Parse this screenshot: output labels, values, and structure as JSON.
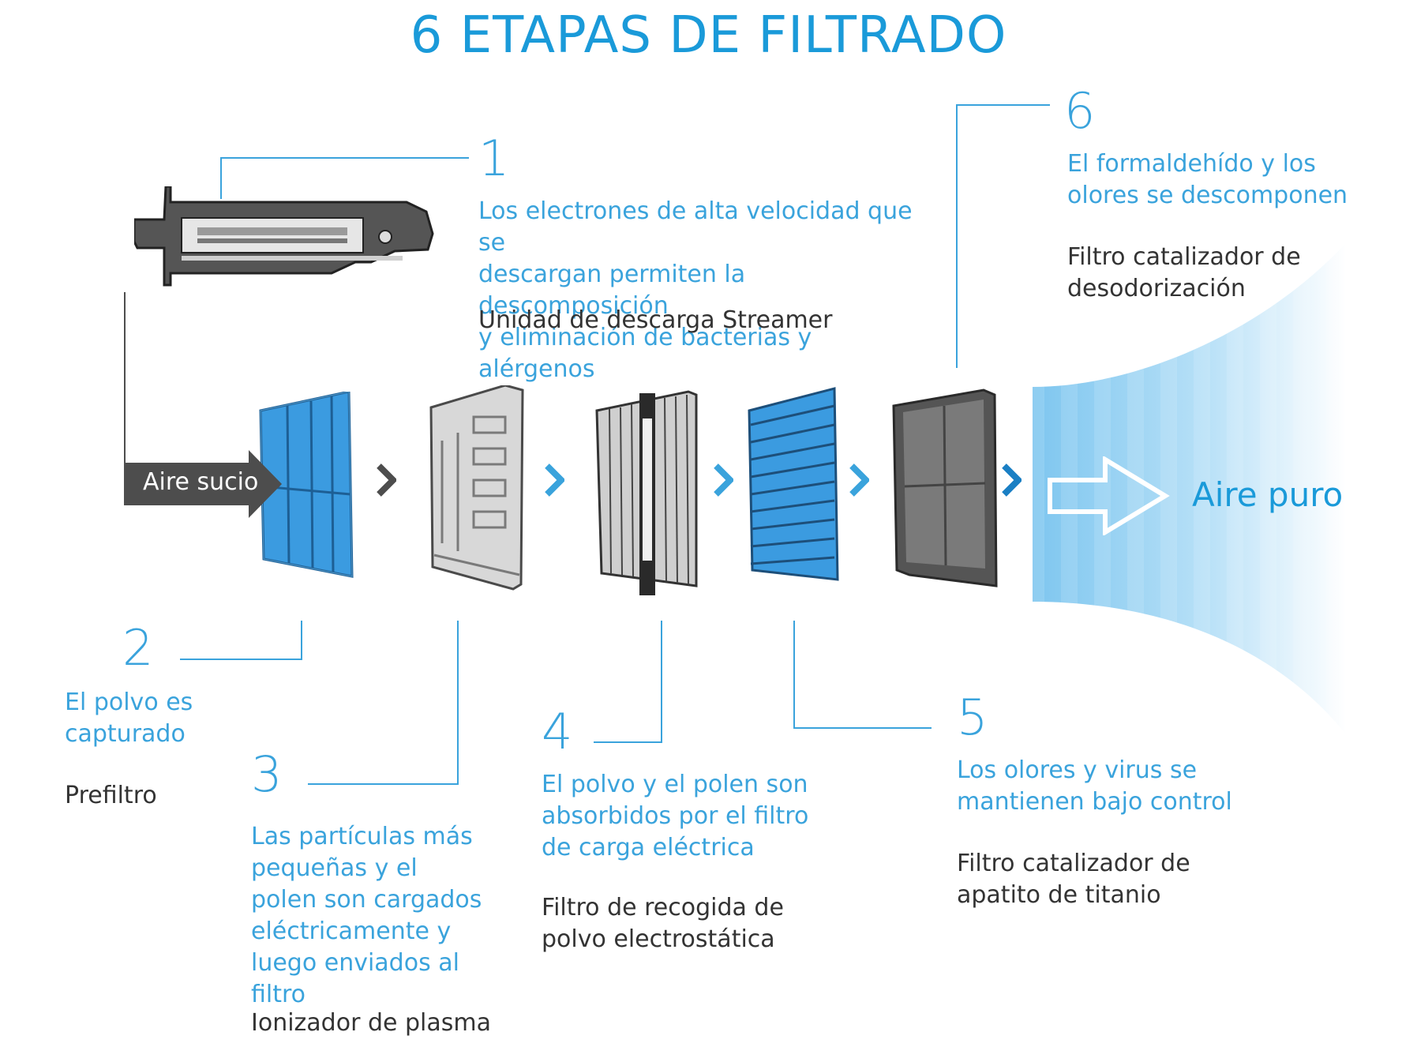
{
  "title": "6 ETAPAS DE FILTRADO",
  "colors": {
    "accent": "#1a9ad9",
    "text_dark": "#333333",
    "arrow_dark": "#4d4d4d",
    "filter_blue": "#3b9be0"
  },
  "stages": [
    {
      "number": "1",
      "description": "Los electrones de alta velocidad que se\ndescargan permiten la descomposición\ny eliminación de bacterias y alérgenos",
      "name": "Unidad de descarga Streamer"
    },
    {
      "number": "2",
      "description": "El polvo es\ncapturado",
      "name": "Prefiltro"
    },
    {
      "number": "3",
      "description": "Las partículas más\npequeñas y el\npolen son cargados\neléctricamente y\nluego enviados al filtro",
      "name": "Ionizador de plasma"
    },
    {
      "number": "4",
      "description": "El polvo y el polen son\nabsorbidos por el filtro\nde carga eléctrica",
      "name": "Filtro de recogida de\npolvo electrostática"
    },
    {
      "number": "5",
      "description": "Los olores y virus se\nmantienen bajo control",
      "name": "Filtro catalizador de\napatito de titanio"
    },
    {
      "number": "6",
      "description": "El formaldehído y los\nolores se descomponen",
      "name": "Filtro catalizador de\ndesodorización"
    }
  ],
  "labels": {
    "input": "Aire sucio",
    "output": "Aire puro"
  },
  "icons": [
    "streamer-unit-icon",
    "prefilter-icon",
    "plasma-ionizer-icon",
    "electrostatic-filter-icon",
    "titanium-apatite-filter-icon",
    "deodorizing-filter-icon",
    "chevron-right-icon",
    "outline-arrow-icon"
  ]
}
